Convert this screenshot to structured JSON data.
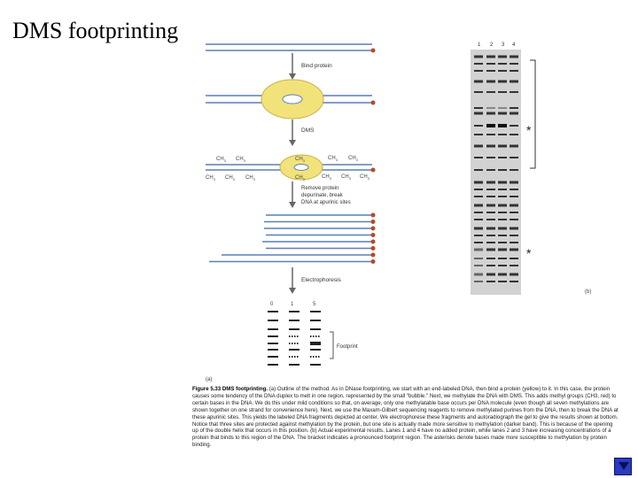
{
  "slide_title": "DMS footprinting",
  "diagram": {
    "step_bind": "Bind protein",
    "step_dms": "DMS",
    "methyl": "CH",
    "methyl_sub": "3",
    "step_remove_1": "Remove protein",
    "step_remove_2": "depurinate, break",
    "step_remove_3": "DNA at apurinic sites",
    "step_electro": "Electrophoresis",
    "panel_a": "(a)",
    "panel_b": "(b)",
    "lane_labels": [
      "0",
      "1",
      "5"
    ],
    "footprint_label": "Footprint",
    "gel_lanes": [
      "1",
      "2",
      "3",
      "4"
    ],
    "asterisk": "*"
  },
  "caption": {
    "fig_label": "Figure 5.33",
    "fig_title": "DMS footprinting.",
    "text": "(a) Outline of the method. As in DNase footprinting, we start with an end-labeled DNA, then bind a protein (yellow) to it. In this case, the protein causes some tendency of the DNA duplex to melt in one region, represented by the small \"bubble.\" Next, we methylate the DNA with DMS. This adds methyl groups (CH3, red) to certain bases in the DNA. We do this under mild conditions so that, on average, only one methylatable base occurs per DNA molecule (even though all seven methylations are shown together on one strand for convenience here). Next, we use the Maxam-Gilbert sequencing reagents to remove methylated purines from the DNA, then to break the DNA at these apurinic sites. This yields the labeled DNA fragments depicted at center. We electrophorese these fragments and autoradiograph the gel to give the results shown at bottom. Notice that three sites are protected against methylation by the protein, but one site is actually made more sensitive to methylation (darker band). This is because of the opening up of the double helix that occurs in this position. (b) Actual experimental results. Lanes 1 and 4 have no added protein, while lanes 2 and 3 have increasing concentrations of a protein that binds to this region of the DNA. The bracket indicates a pronounced footprint region. The asterisks denote bases made more susceptible to methylation by protein binding."
  },
  "nav": {
    "icon": "down-arrow-icon"
  }
}
